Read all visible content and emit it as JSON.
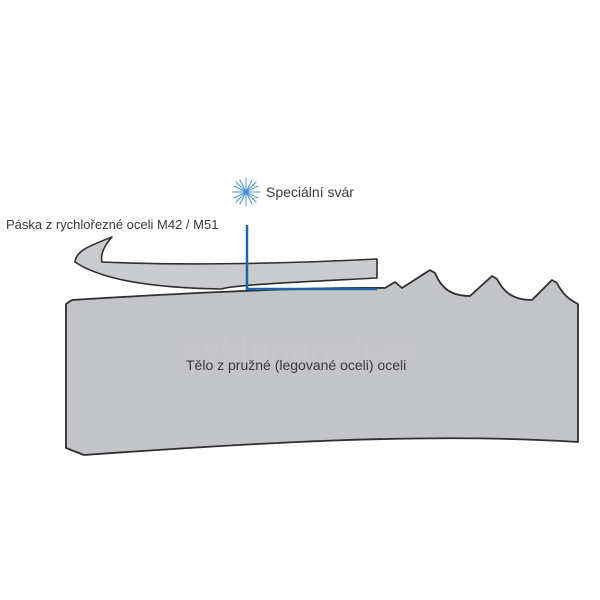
{
  "labels": {
    "weld": "Speciální svár",
    "strip": "Páska z rychlořezné oceli M42 / M51",
    "body": "Tělo z pružné (legované oceli) oceli"
  },
  "watermark": "cyklonaradi.cz",
  "colors": {
    "body_fill": "#c3c4c7",
    "strip_fill": "#cacbce",
    "outline": "#2f2f2f",
    "weld_line": "#1f62a8",
    "spark": "#4a90d9",
    "text": "#3a3a3a",
    "background": "#ffffff"
  },
  "icons": {
    "spark": "weld-spark-icon"
  }
}
